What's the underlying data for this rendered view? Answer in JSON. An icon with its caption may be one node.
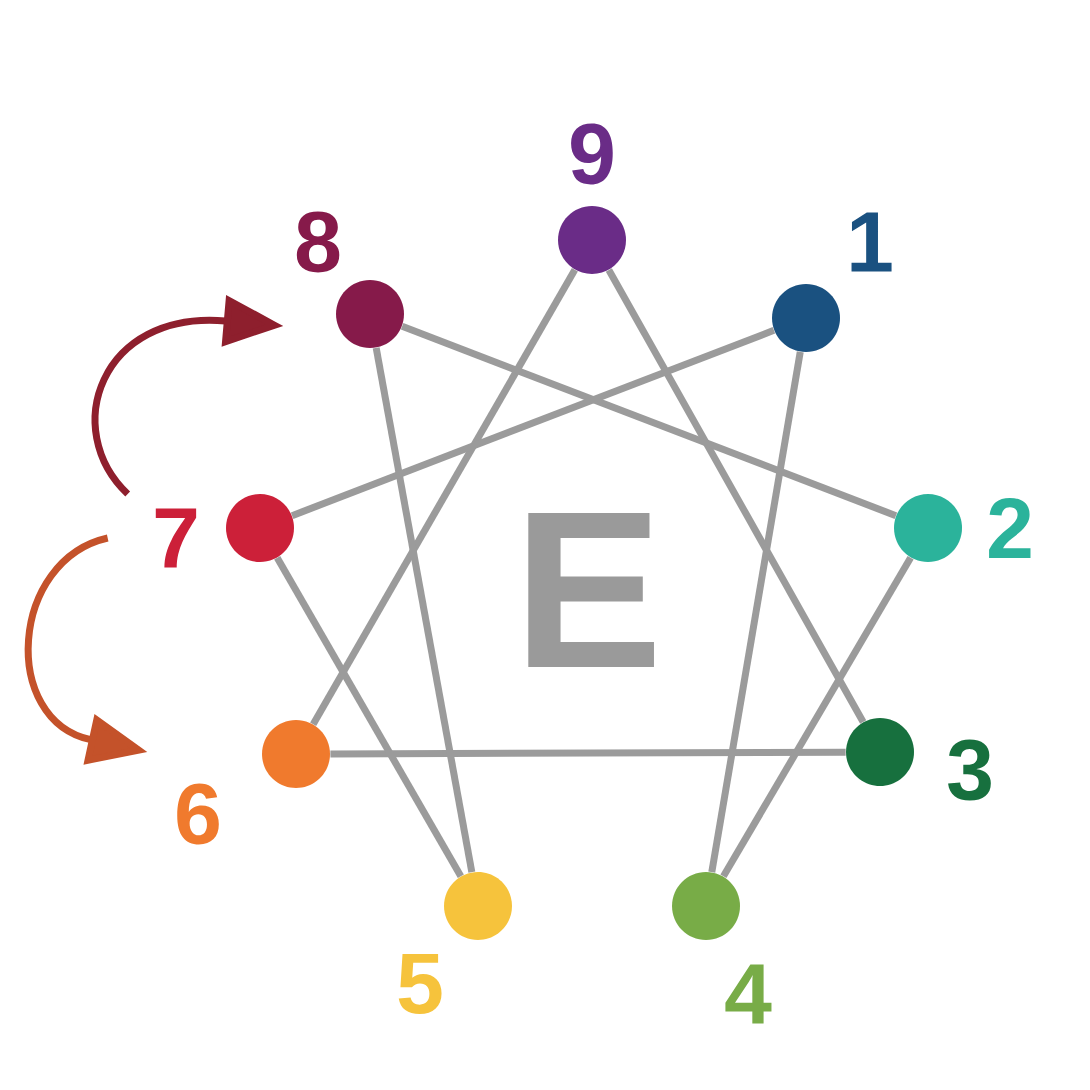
{
  "diagram": {
    "nodes": [
      {
        "text": [
          "9"
        ]
      },
      {
        "text": [
          "8"
        ]
      },
      {
        "text": [
          "1"
        ]
      },
      {
        "text": [
          "7"
        ]
      },
      {
        "text": [
          "2"
        ]
      },
      {
        "text": [
          "6"
        ]
      },
      {
        "text": [
          "3"
        ]
      },
      {
        "text": [
          "5"
        ]
      },
      {
        "text": [
          "4"
        ]
      }
    ],
    "edges": [
      {
        "from": 0,
        "to": 6,
        "arrow": "none"
      },
      {
        "from": 6,
        "to": 5,
        "arrow": "none"
      },
      {
        "from": 5,
        "to": 0,
        "arrow": "none"
      },
      {
        "from": 2,
        "to": 8,
        "arrow": "none"
      },
      {
        "from": 8,
        "to": 4,
        "arrow": "none"
      },
      {
        "from": 4,
        "to": 1,
        "arrow": "none"
      },
      {
        "from": 1,
        "to": 7,
        "arrow": "none"
      },
      {
        "from": 7,
        "to": 3,
        "arrow": "none"
      },
      {
        "from": 3,
        "to": 2,
        "arrow": "none"
      },
      {
        "from": 3,
        "to": 1,
        "arrow": "to",
        "color": "#8e1f2d"
      },
      {
        "from": 3,
        "to": 5,
        "arrow": "to",
        "color": "#c4522a"
      }
    ],
    "labels": [
      "E"
    ]
  }
}
